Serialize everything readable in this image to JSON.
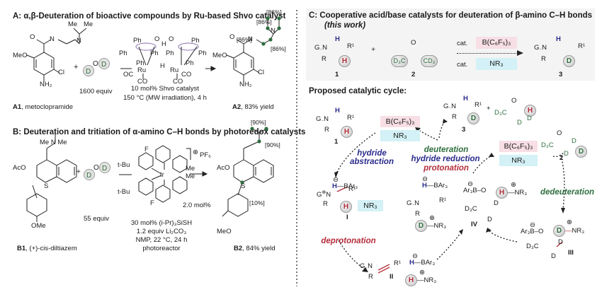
{
  "panel_a": {
    "title": "A: α,β-Deuteration of bioactive compounds by Ru-based Shvo catalyst",
    "reactant_label_id": "A1",
    "reactant_label_name": ", metoclopramide",
    "reagent": "D–O–D",
    "reagent_equiv": "1600 equiv",
    "catalyst_line1": "10 mol% Shvo catalyst",
    "catalyst_line2": "150 °C (MW irradiation), 4 h",
    "product_label_id": "A2",
    "product_label_yield": ", 83% yield",
    "deuteration_labels": [
      "[86%]",
      "[86%]",
      "[86%]",
      "[86%]"
    ],
    "atoms": {
      "meo": "MeO",
      "cl": "Cl",
      "nh2": "NH₂",
      "me1": "Me",
      "me2": "Me",
      "n": "N",
      "h": "H",
      "o": "O",
      "ph": "Ph",
      "ru": "Ru",
      "co": "CO",
      "oc": "OC"
    }
  },
  "panel_b": {
    "title": "B: Deuteration and tritiation of α-amino C–H bonds by photoredox catalysts",
    "reactant_label_id": "B1",
    "reactant_label_name": ", (+)-cis-diltiazem",
    "reagent_equiv": "55 equiv",
    "catalyst_loading": "2.0 mol%",
    "counterion": "PF₆",
    "conditions": [
      "30 mol% (i-Pr)₃SiSH",
      "1.2 equiv Li₂CO₃",
      "NMP, 22 °C, 24 h",
      "photoreactor"
    ],
    "product_label_id": "B2",
    "product_label_yield": ", 84% yield",
    "deuteration_labels": [
      "[90%]",
      "[90%]",
      "[10%]"
    ],
    "atoms": {
      "tbu": "t-Bu",
      "f": "F",
      "me": "Me",
      "ir": "Ir",
      "aco": "AcO",
      "ome": "OMe",
      "meo": "MeO",
      "s": "S",
      "nme2": "Me N Me"
    }
  },
  "panel_c": {
    "title": "C: Cooperative acid/base catalysts for deuteration of β-amino C–H bonds",
    "subtitle": "(this work)",
    "compound_1": "1",
    "compound_2": "2",
    "compound_3": "3",
    "cat_prefix": "cat.",
    "lewis_acid": "B(C₆F₅)₃",
    "base": "NR₃",
    "acetone_d6": "D₃C–CO–CD₃"
  },
  "cycle": {
    "title": "Proposed catalytic cycle:",
    "steps": {
      "hydride_abstraction": [
        "hydride",
        "abstraction"
      ],
      "deuteration": "deuteration",
      "hydride_reduction": "hydride reduction",
      "protonation": "protonation",
      "deprotonation": "deprotonation",
      "dedeuteration": "dedeuteration"
    },
    "intermediates": [
      "I",
      "II",
      "III",
      "IV"
    ],
    "species": {
      "borohydride": "H—BAr₃",
      "ammonium_h": "H—NR₃",
      "ammonium_d": "D—NR₃",
      "enolate": "Ar₃B–O",
      "d3c": "D₃C",
      "lewis_acid": "B(C₆F₅)₃",
      "base": "NR₃"
    }
  },
  "colors": {
    "deuterium_green": "#2f6e3f",
    "proton_red": "#b52d3a",
    "hydride_blue": "#2a2a8c",
    "lewis_acid_box": "#f7dfe5",
    "base_box": "#d3f1f6",
    "panel_c_bg": "#f4f4f4"
  }
}
